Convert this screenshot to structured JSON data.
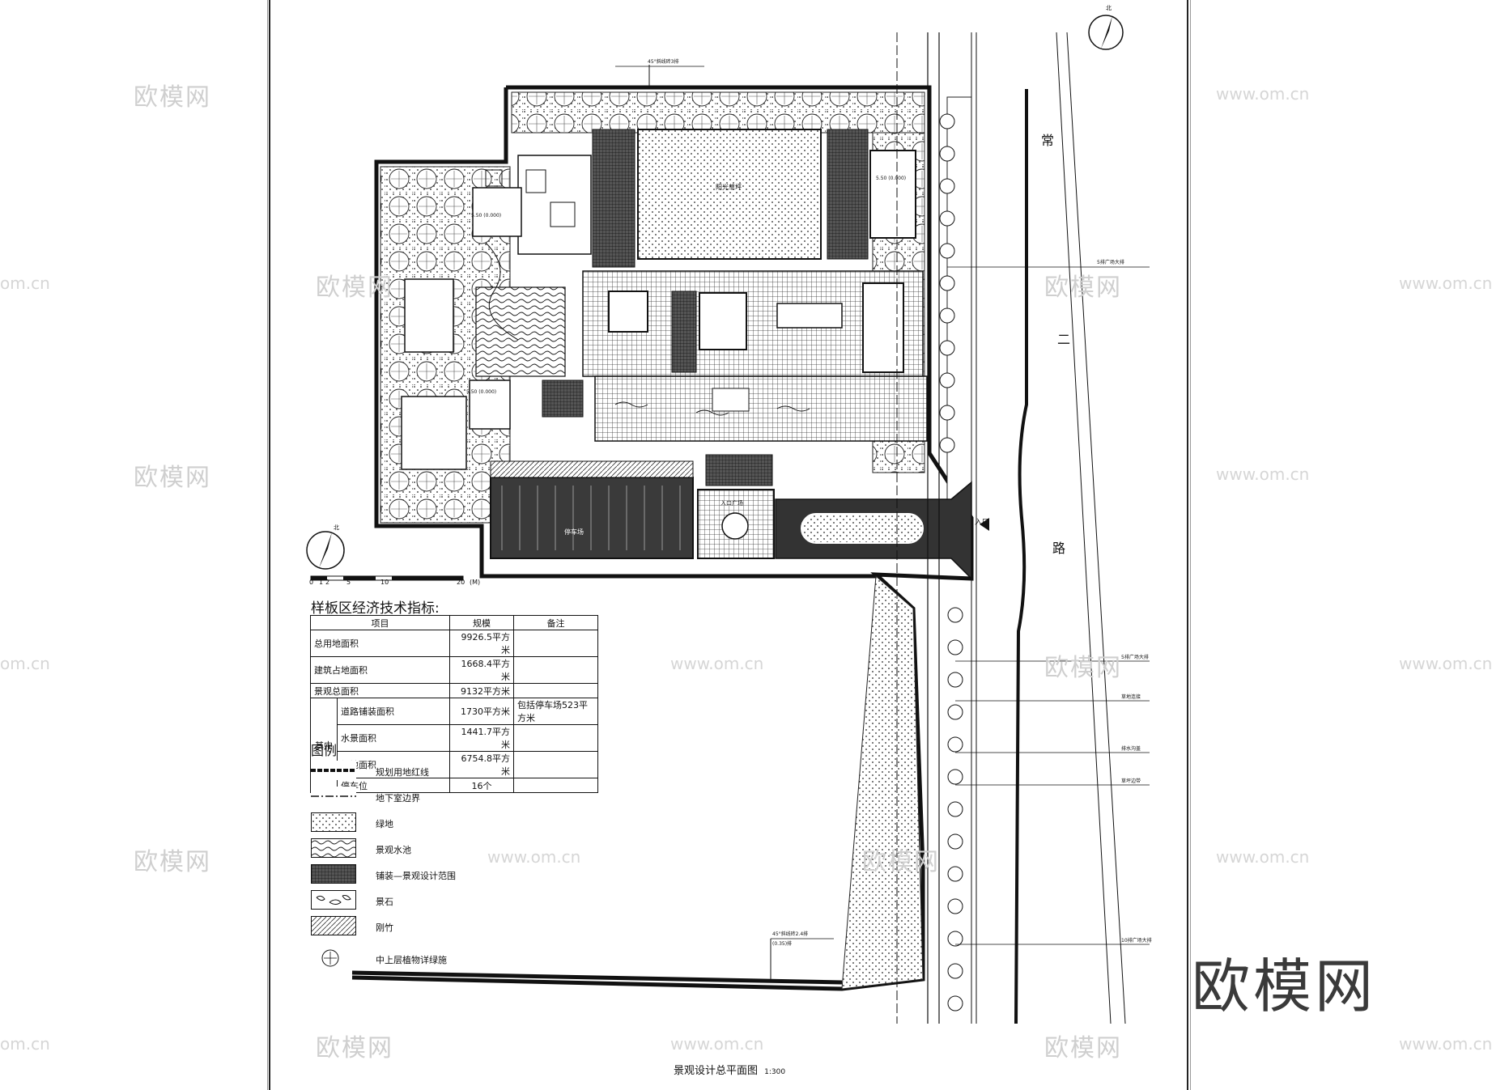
{
  "drawing": {
    "title": "景观设计总平面图",
    "scale": "1:300",
    "entrance_label": "入口",
    "road_name": [
      "常",
      "二",
      "路"
    ],
    "scale_bar_ticks": [
      "0",
      "1",
      "2",
      "5",
      "10",
      "20",
      "(M)"
    ],
    "north_label": "北",
    "top_dim_label": "45°斜线砖3排",
    "bottom_dim_label_1": "45°斜线砖2.4排",
    "bottom_dim_label_2": "(0.35)排",
    "right_dim_labels": [
      "5排广场大排",
      "5排广场大排",
      "草地连接",
      "排水沟盖",
      "草坪边带",
      "10排广场大排"
    ],
    "plaza_label": "阳光草坪",
    "parking_label": "停车场",
    "entry_plaza_label": "入口广场",
    "elevation_labels": [
      "5.50 (0.000)",
      "5.50 (0.000)",
      "5.50 (0.000)"
    ]
  },
  "stats": {
    "title": "样板区经济技术指标:",
    "headers": [
      "项目",
      "规模",
      "备注"
    ],
    "rows": [
      {
        "item": "总用地面积",
        "value": "9926.5平方米",
        "note": ""
      },
      {
        "item": "建筑占地面积",
        "value": "1668.4平方米",
        "note": ""
      },
      {
        "item": "景观总面积",
        "value": "9132平方米",
        "note": ""
      }
    ],
    "group_label": "其中",
    "sub_rows": [
      {
        "item": "道路铺装面积",
        "value": "1730平方米",
        "note": "包括停车场523平方米"
      },
      {
        "item": "水景面积",
        "value": "1441.7平方米",
        "note": ""
      },
      {
        "item": "绿地面积",
        "value": "6754.8平方米",
        "note": ""
      },
      {
        "item": "停车位",
        "value": "16个",
        "note": ""
      }
    ]
  },
  "legend": {
    "title": "图例",
    "items": [
      {
        "label": "规划用地红线",
        "pattern": "dashed-thick"
      },
      {
        "label": "地下室边界",
        "pattern": "dash-dot"
      },
      {
        "label": "绿地",
        "pattern": "dots"
      },
      {
        "label": "景观水池",
        "pattern": "waves"
      },
      {
        "label": "铺装—景观设计范围",
        "pattern": "grid"
      },
      {
        "label": "景石",
        "pattern": "stones"
      },
      {
        "label": "刚竹",
        "pattern": "bamboo"
      },
      {
        "label": "中上层植物详绿施",
        "pattern": "tree"
      }
    ]
  },
  "watermarks": {
    "cn": "欧模网",
    "url": "www.om.cn",
    "url_cut": "om.cn",
    "brand": "欧模网"
  }
}
